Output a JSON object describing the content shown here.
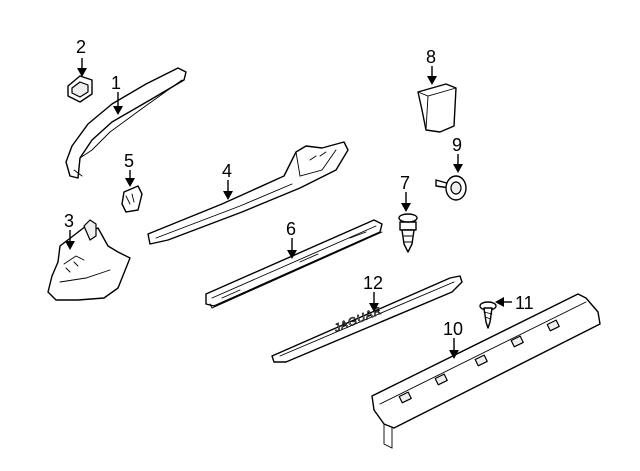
{
  "diagram": {
    "colors": {
      "line": "#000000",
      "fill": "#ffffff",
      "shade": "#eeeeee"
    },
    "callouts": [
      {
        "id": "1",
        "label": "1"
      },
      {
        "id": "2",
        "label": "2"
      },
      {
        "id": "3",
        "label": "3"
      },
      {
        "id": "4",
        "label": "4"
      },
      {
        "id": "5",
        "label": "5"
      },
      {
        "id": "6",
        "label": "6"
      },
      {
        "id": "7",
        "label": "7"
      },
      {
        "id": "8",
        "label": "8"
      },
      {
        "id": "9",
        "label": "9"
      },
      {
        "id": "10",
        "label": "10"
      },
      {
        "id": "11",
        "label": "11"
      },
      {
        "id": "12",
        "label": "12"
      }
    ],
    "sill_plate_emboss": "JAGUAR"
  }
}
